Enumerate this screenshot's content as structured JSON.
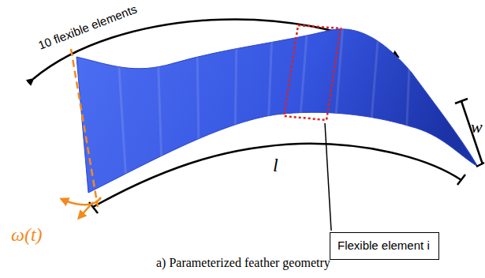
{
  "diagram": {
    "caption": "a) Parameterized feather geometry",
    "nodes": [
      {
        "text": [
          "Flexible element i"
        ]
      }
    ],
    "labels": [
      "10 flexible elements",
      "w",
      "l",
      "ω(t)"
    ]
  }
}
